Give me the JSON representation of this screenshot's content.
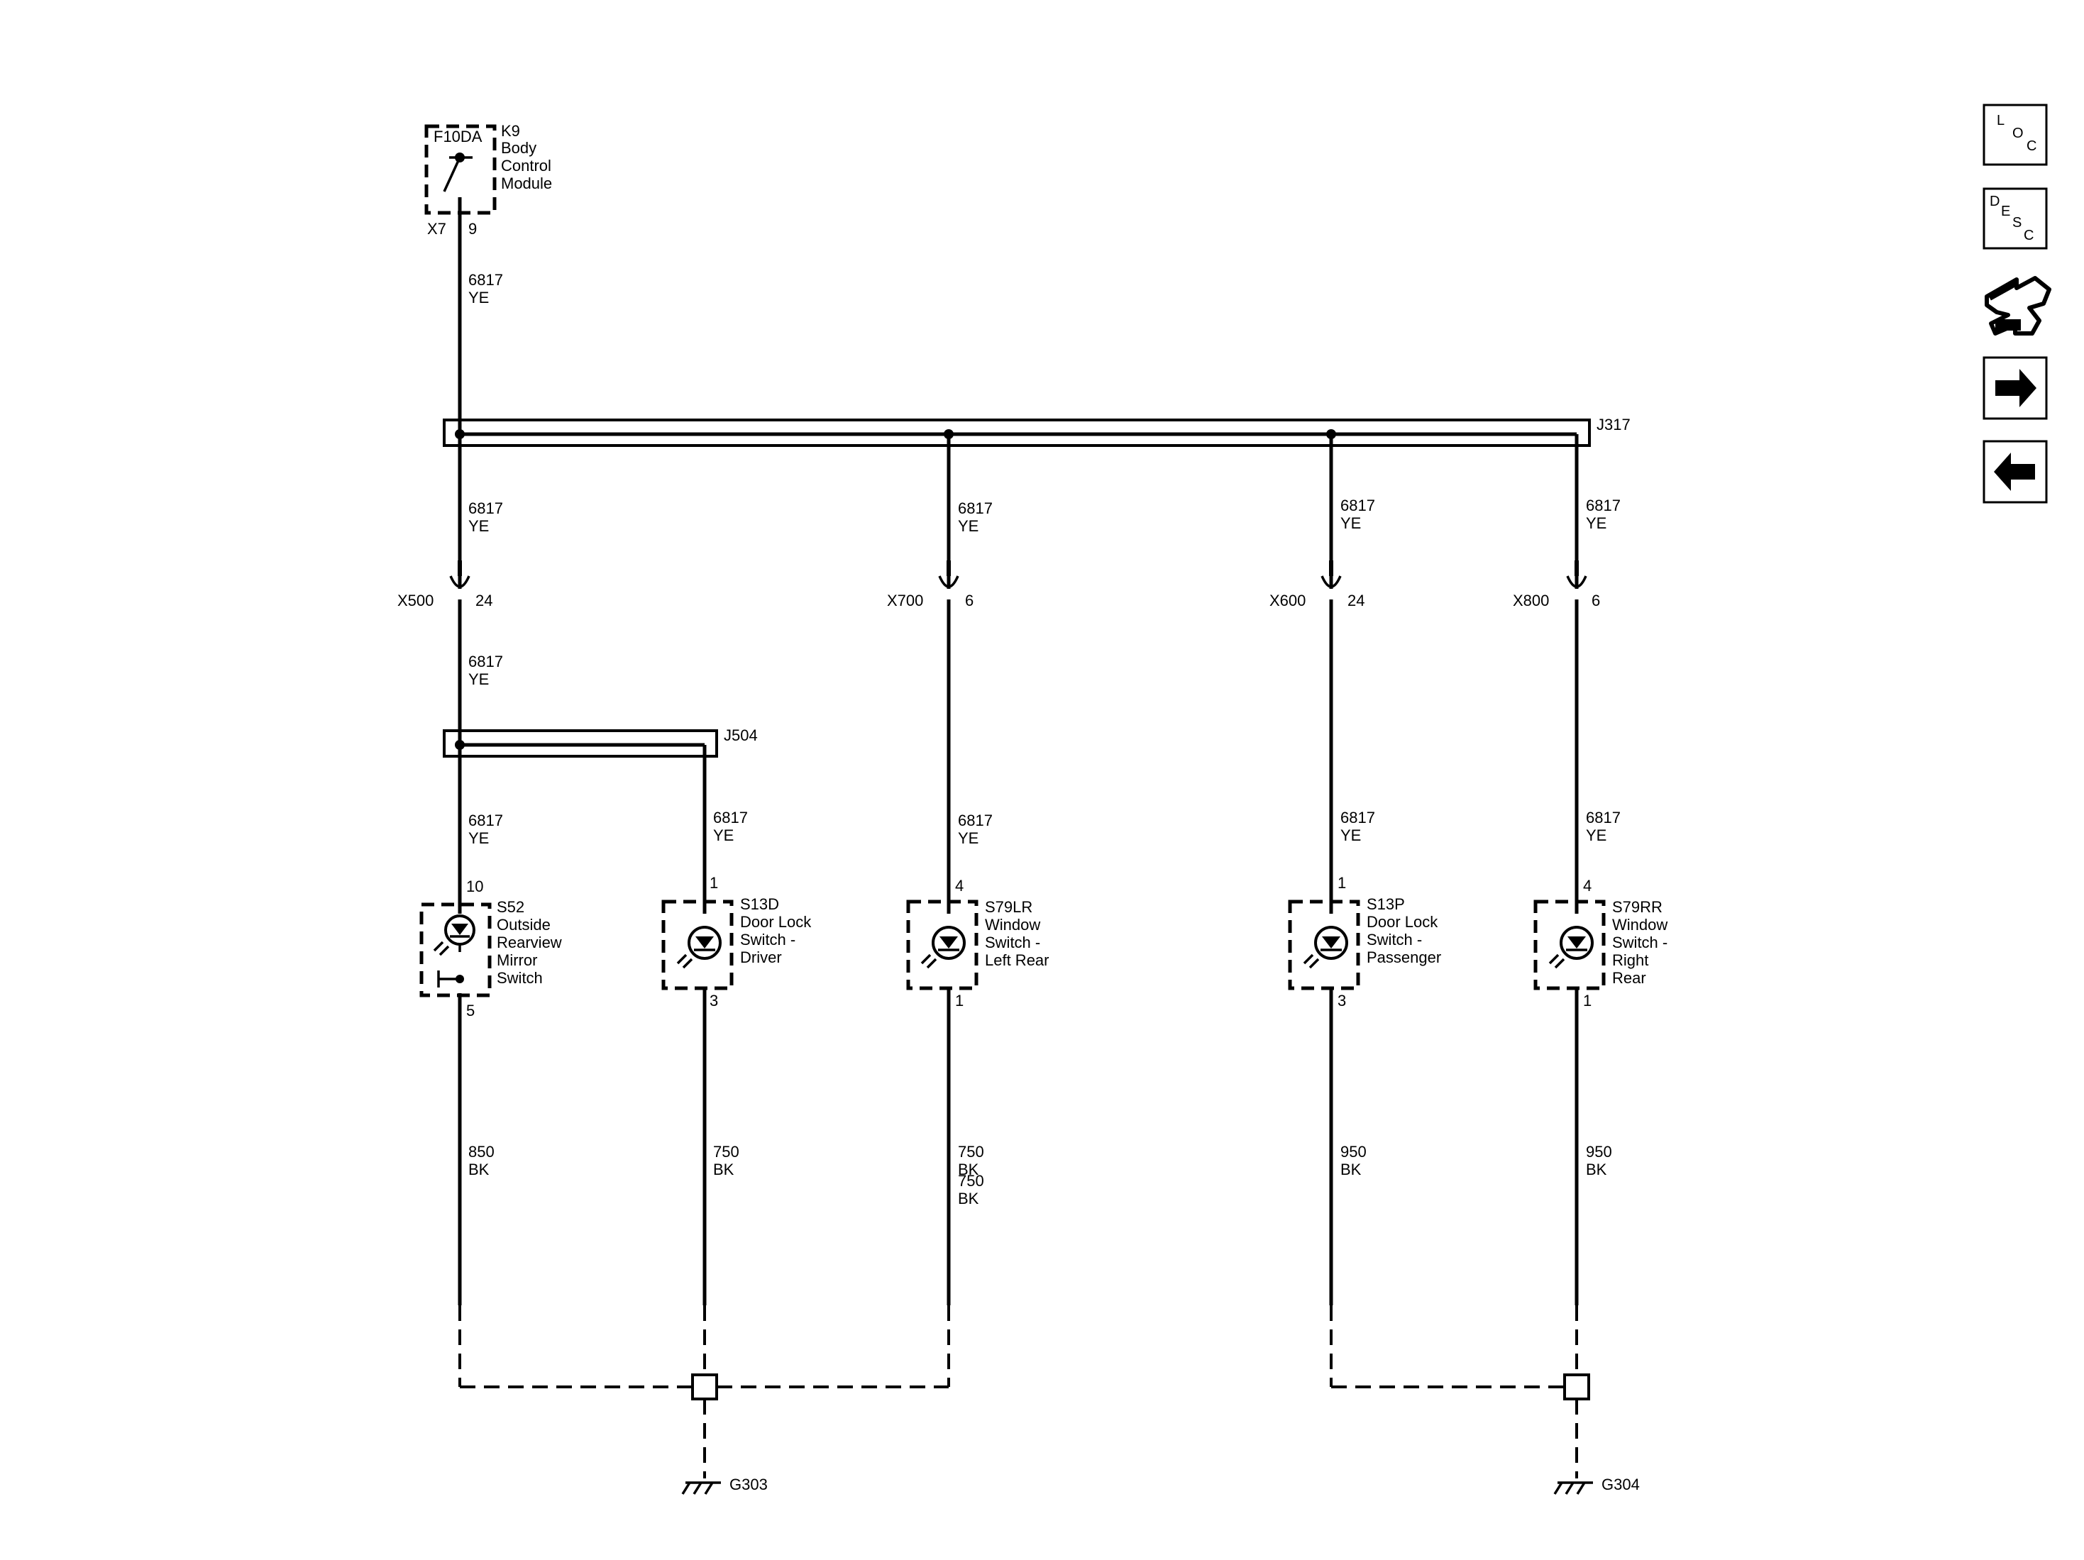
{
  "module": {
    "pin_name": "F10DA",
    "ref": "K9",
    "name_lines": [
      "Body",
      "Control",
      "Module"
    ],
    "connector": "X7",
    "pin": "9"
  },
  "wire_supply": {
    "circuit": "6817",
    "color": "YE"
  },
  "splices": {
    "main": "J317",
    "branch": "J504"
  },
  "inline_connectors": [
    {
      "name": "X500",
      "pin": "24"
    },
    {
      "name": "X700",
      "pin": "6"
    },
    {
      "name": "X600",
      "pin": "24"
    },
    {
      "name": "X800",
      "pin": "6"
    }
  ],
  "switches": [
    {
      "ref": "S52",
      "name_lines": [
        "Outside",
        "Rearview",
        "Mirror",
        "Switch"
      ],
      "pin_in": "10",
      "pin_out": "5",
      "ground_circuit": "850",
      "ground_color": "BK"
    },
    {
      "ref": "S13D",
      "name_lines": [
        "Door Lock",
        "Switch -",
        "Driver"
      ],
      "pin_in": "1",
      "pin_out": "3",
      "ground_circuit": "750",
      "ground_color": "BK"
    },
    {
      "ref": "S79LR",
      "name_lines": [
        "Window",
        "Switch -",
        "Left Rear"
      ],
      "pin_in": "4",
      "pin_out": "1",
      "ground_circuit": "750",
      "ground_color": "BK"
    },
    {
      "ref": "S13P",
      "name_lines": [
        "Door Lock",
        "Switch -",
        "Passenger"
      ],
      "pin_in": "1",
      "pin_out": "3",
      "ground_circuit": "950",
      "ground_color": "BK"
    },
    {
      "ref": "S79RR",
      "name_lines": [
        "Window",
        "Switch -",
        "Right",
        "Rear"
      ],
      "pin_in": "4",
      "pin_out": "1",
      "ground_circuit": "950",
      "ground_color": "BK"
    }
  ],
  "extra_label": {
    "circuit": "750",
    "color": "BK"
  },
  "grounds": {
    "left": "G303",
    "right": "G304"
  },
  "nav": {
    "loc": [
      "L",
      "O",
      "C"
    ],
    "desc": [
      "D",
      "E",
      "S",
      "C"
    ],
    "icons": [
      "component-connector-icon",
      "arrow-right-icon",
      "arrow-left-icon"
    ]
  }
}
